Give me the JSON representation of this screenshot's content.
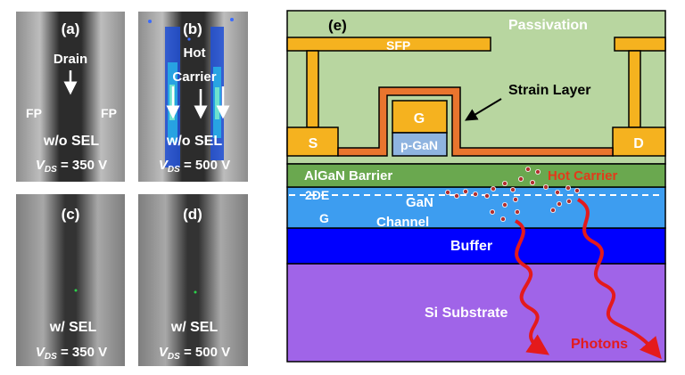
{
  "panels": {
    "a": {
      "tag": "(a)",
      "drain": "Drain",
      "fp_left": "FP",
      "fp_right": "FP",
      "cond": "w/o SEL",
      "vds_value": " = 350 V"
    },
    "b": {
      "tag": "(b)",
      "hot": "Hot",
      "carrier": "Carrier",
      "cond": "w/o SEL",
      "vds_value": " = 500 V"
    },
    "c": {
      "tag": "(c)",
      "cond": "w/ SEL",
      "vds_value": " = 350 V"
    },
    "d": {
      "tag": "(d)",
      "cond": "w/ SEL",
      "vds_value": " = 500 V"
    },
    "vds_symbol": "V",
    "vds_sub": "DS"
  },
  "device": {
    "tag": "(e)",
    "passivation": "Passivation",
    "sfp": "SFP",
    "strain_layer": "Strain Layer",
    "gate": "G",
    "pgan": "p-GaN",
    "source": "S",
    "drain": "D",
    "barrier": "AlGaN Barrier",
    "hot_carrier": "Hot Carrier",
    "twodeg_a": "2DE",
    "twodeg_b": "G",
    "gan": "GaN",
    "channel": "Channel",
    "buffer": "Buffer",
    "substrate": "Si Substrate",
    "photons": "Photons"
  },
  "colors": {
    "passivation": "#b8d6a0",
    "sfp": "#f5b21f",
    "strain": "#e9752e",
    "pgan": "#8fb4e0",
    "barrier": "#6aa84f",
    "channel": "#3d9df0",
    "buffer": "#0000ff",
    "substrate": "#a064e8",
    "photon": "#e41a1c",
    "hot_text": "#e23a1a"
  }
}
